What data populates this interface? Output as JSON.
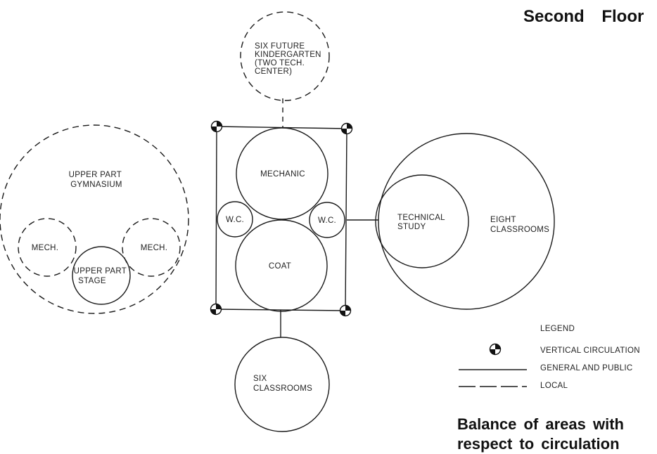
{
  "header": {
    "title": "Second Floor"
  },
  "footer": {
    "title": "Balance of areas with respect to circulation"
  },
  "spaces": {
    "kindergarten": [
      "SIX FUTURE",
      "KINDERGARTEN",
      "(TWO TECH.",
      "CENTER)"
    ],
    "gymnasium": [
      "UPPER PART",
      "GYMNASIUM"
    ],
    "mech_left": [
      "MECH."
    ],
    "mech_right": [
      "MECH."
    ],
    "stage": [
      "UPPER PART",
      "STAGE"
    ],
    "mechanic": [
      "MECHANIC"
    ],
    "wc_left": [
      "W.C."
    ],
    "wc_right": [
      "W.C."
    ],
    "coat": [
      "COAT"
    ],
    "technical_study": [
      "TECHNICAL",
      "STUDY"
    ],
    "eight_classrooms": [
      "EIGHT",
      "CLASSROOMS"
    ],
    "six_classrooms": [
      "SIX",
      "CLASSROOMS"
    ]
  },
  "legend": {
    "title": "LEGEND",
    "vertical_circulation": "VERTICAL CIRCULATION",
    "general_public": "GENERAL AND PUBLIC",
    "local": "LOCAL"
  }
}
